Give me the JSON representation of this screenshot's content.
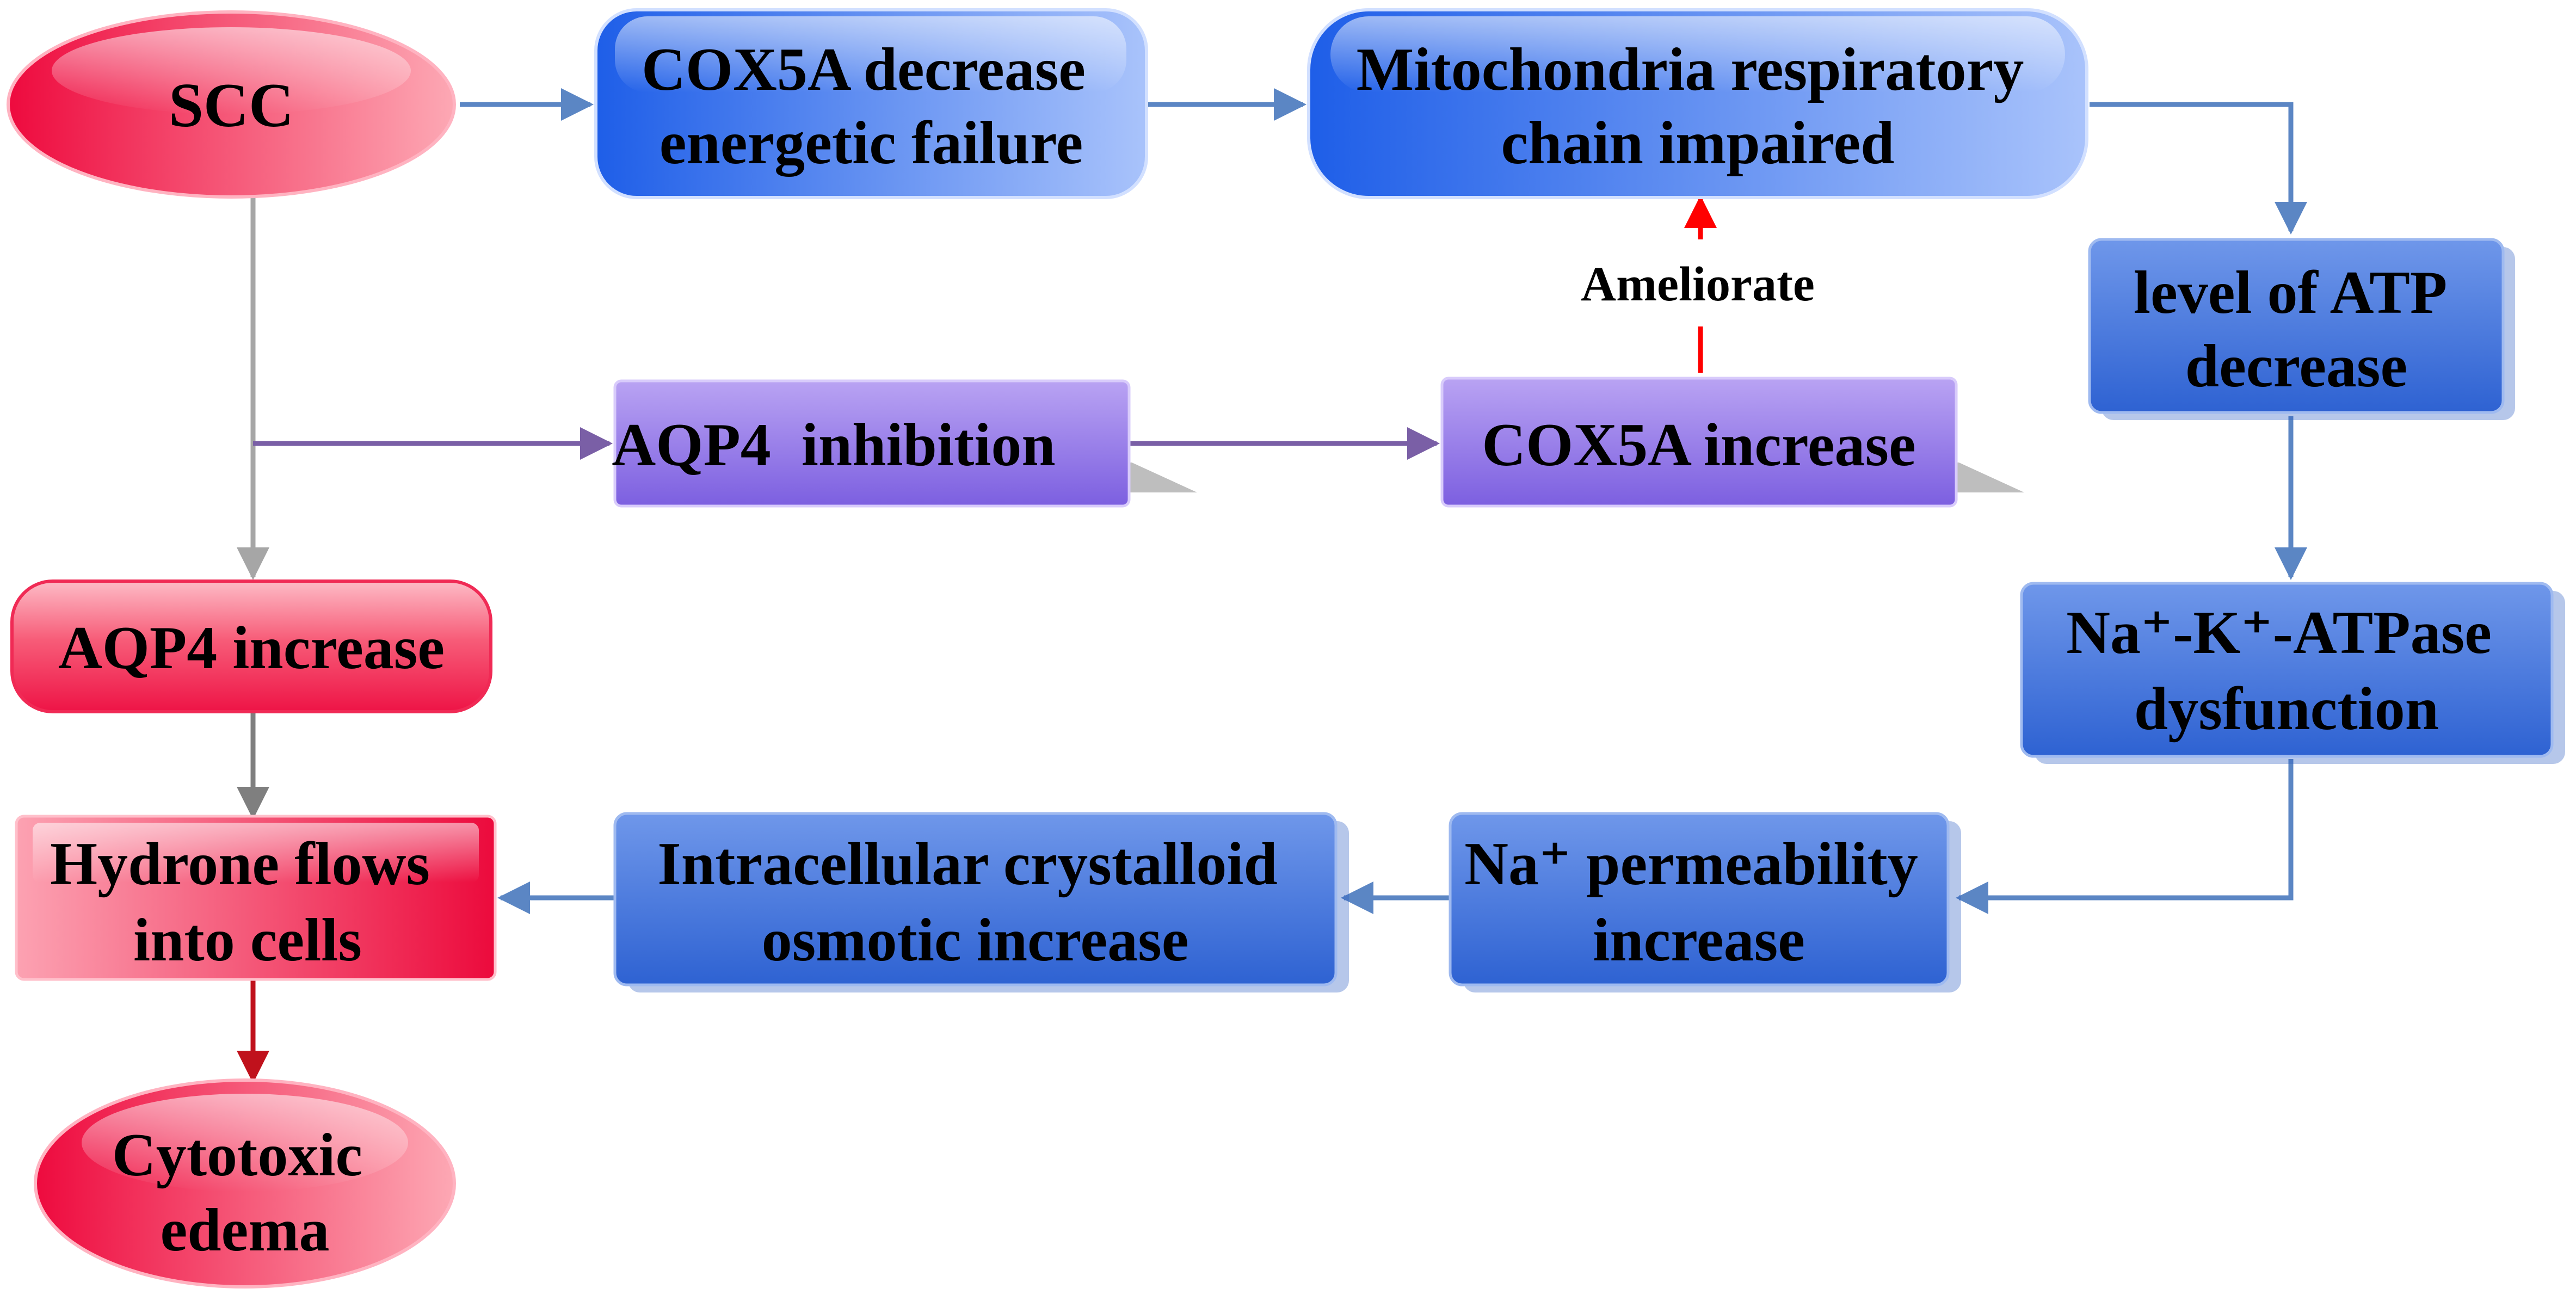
{
  "nodes": {
    "scc": {
      "lines": [
        "SCC"
      ]
    },
    "cox5a_decrease": {
      "lines": [
        "COX5A decrease",
        "energetic failure"
      ]
    },
    "mito_chain": {
      "lines": [
        "Mitochondria respiratory",
        "chain impaired"
      ]
    },
    "atp_level": {
      "lines": [
        "level of ATP",
        "decrease"
      ]
    },
    "na_k_atpase": {
      "lines": [
        "Na⁺-K⁺-ATPase",
        "dysfunction"
      ]
    },
    "na_permeability": {
      "lines": [
        "Na⁺ permeability",
        "increase"
      ]
    },
    "crystalloid": {
      "lines": [
        "Intracellular crystalloid",
        "osmotic increase"
      ]
    },
    "hydrone": {
      "lines": [
        "Hydrone flows",
        "into cells"
      ]
    },
    "edema": {
      "lines": [
        "Cytotoxic",
        "edema"
      ]
    },
    "aqp4_increase": {
      "lines": [
        "AQP4 increase"
      ]
    },
    "aqp4_inhibition": {
      "lines": [
        "AQP4  inhibition"
      ]
    },
    "cox5a_increase": {
      "lines": [
        "COX5A increase"
      ]
    }
  },
  "edge_labels": {
    "ameliorate": "Ameliorate"
  },
  "colors": {
    "red_node": "#f0204a",
    "blue_node": "#3a6fe0",
    "purple_node": "#8f6ee6",
    "blue_arrow": "#5b86c4",
    "gray_arrow": "#a6a6a6",
    "purple_arrow": "#7a5fa6",
    "dark_red_arrow": "#c0111c",
    "ameliorate_arrow": "#ff0000"
  }
}
